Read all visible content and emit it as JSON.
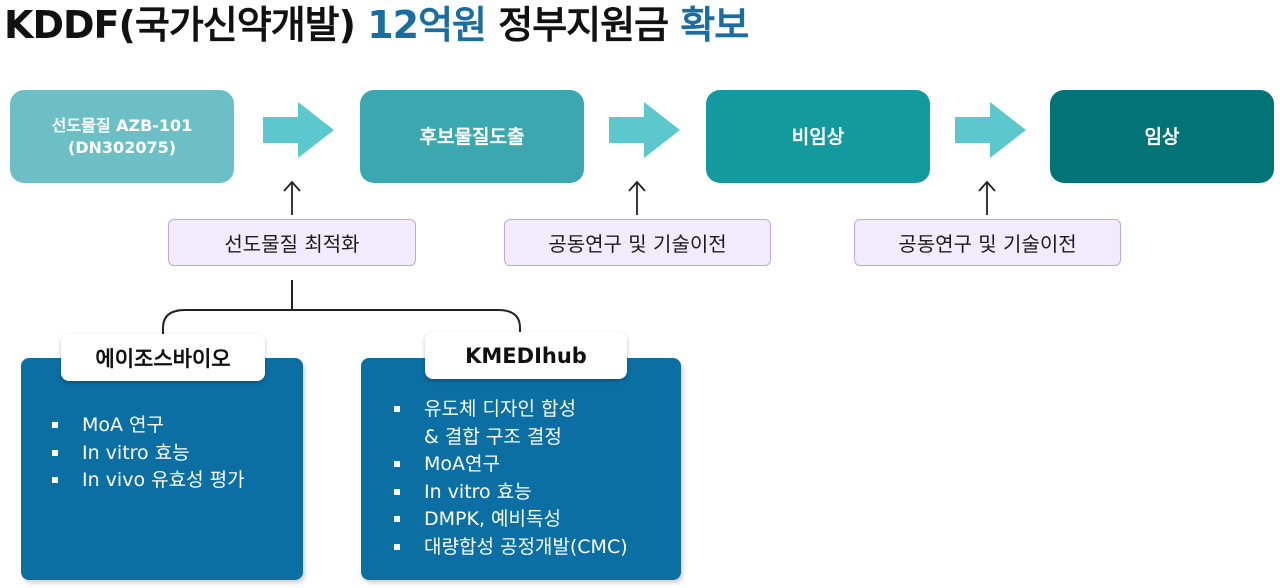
{
  "title": {
    "part1": "KDDF(국가신약개발) ",
    "part2": "12억원",
    "part3": " 정부지원금 ",
    "part4": "확보"
  },
  "colors": {
    "accent": "#1a6e9f",
    "stage1": "#6cbfc4",
    "stage2": "#3aa8ae",
    "stage3": "#129a9e",
    "stage4": "#027377",
    "arrow": "#5cc7cc",
    "card": "#0b6fa4"
  },
  "stages": [
    {
      "label": "선도물질 AZB-101\n(DN302075)"
    },
    {
      "label": "후보물질도출"
    },
    {
      "label": "비임상"
    },
    {
      "label": "임상"
    }
  ],
  "pills": [
    {
      "label": "선도물질 최적화"
    },
    {
      "label": "공동연구 및 기술이전"
    },
    {
      "label": "공동연구 및 기술이전"
    }
  ],
  "partners": [
    {
      "name": "에이조스바이오",
      "items": [
        "MoA 연구",
        "In vitro 효능",
        "In vivo 유효성 평가"
      ]
    },
    {
      "name": "KMEDIhub",
      "items": [
        "유도체 디자인 합성\n& 결합 구조 결정",
        "MoA연구",
        "In vitro 효능",
        "DMPK, 예비독성",
        "대량합성 공정개발(CMC)"
      ]
    }
  ]
}
